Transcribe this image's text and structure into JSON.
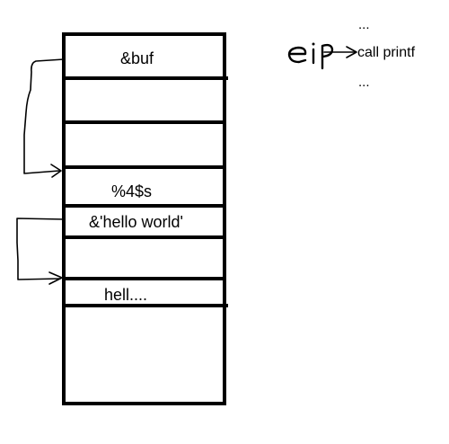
{
  "stack": {
    "slot_buf": "&buf",
    "slot_format": "%4$s",
    "slot_hello_ptr": "&'hello world'",
    "slot_hello_str": "hell...."
  },
  "code": {
    "register": "eip",
    "instruction": "call printf",
    "ellipsis_above": "...",
    "ellipsis_below": "..."
  },
  "colors": {
    "ink": "#000000",
    "background": "#ffffff"
  }
}
